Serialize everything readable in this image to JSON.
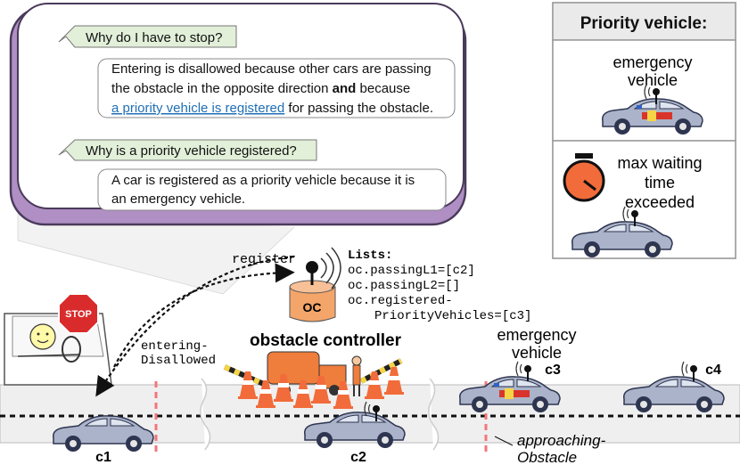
{
  "explanation": {
    "question1": "Why do I have to stop?",
    "answer1_line1": "Entering is disallowed because other cars are passing",
    "answer1_line2_a": "the obstacle in the opposite direction ",
    "answer1_line2_bold": "and",
    "answer1_line2_b": " because",
    "answer1_link": "a priority vehicle is registered",
    "answer1_line3_rest": " for passing the obstacle.",
    "question2": "Why is a priority vehicle registered?",
    "answer2_line1": "A car is registered as a priority vehicle because it is",
    "answer2_line2": "an emergency vehicle."
  },
  "priority_panel": {
    "title": "Priority vehicle:",
    "option1_line1": "emergency",
    "option1_line2": "vehicle",
    "option2_line1": "max waiting",
    "option2_line2": "time",
    "option2_line3": "exceeded"
  },
  "scene": {
    "stop_sign": "STOP",
    "register_label": "register",
    "oc_label": "OC",
    "lists_title": "Lists:",
    "list_line1": "oc.passingL1=[c2]",
    "list_line2": "oc.passingL2=[]",
    "list_line3": "oc.registered-",
    "list_line4": "PriorityVehicles=[c3]",
    "controller_label": "obstacle controller",
    "entering_line1": "entering-",
    "entering_line2": "Disallowed",
    "emergency_line1": "emergency",
    "emergency_line2": "vehicle",
    "approaching_line1": "approaching-",
    "approaching_line2": "Obstacle",
    "car_c1": "c1",
    "car_c2": "c2",
    "car_c3": "c3",
    "car_c4": "c4"
  },
  "colors": {
    "bubble_frame": "#b08fc4",
    "question_fill": "#e2efd9",
    "road": "#efefef",
    "oc_box": "#f4a56a",
    "truck": "#ef7d3c",
    "cone": "#f26b3a",
    "dashed_marker": "#f2767a",
    "link": "#1f6fb5"
  }
}
